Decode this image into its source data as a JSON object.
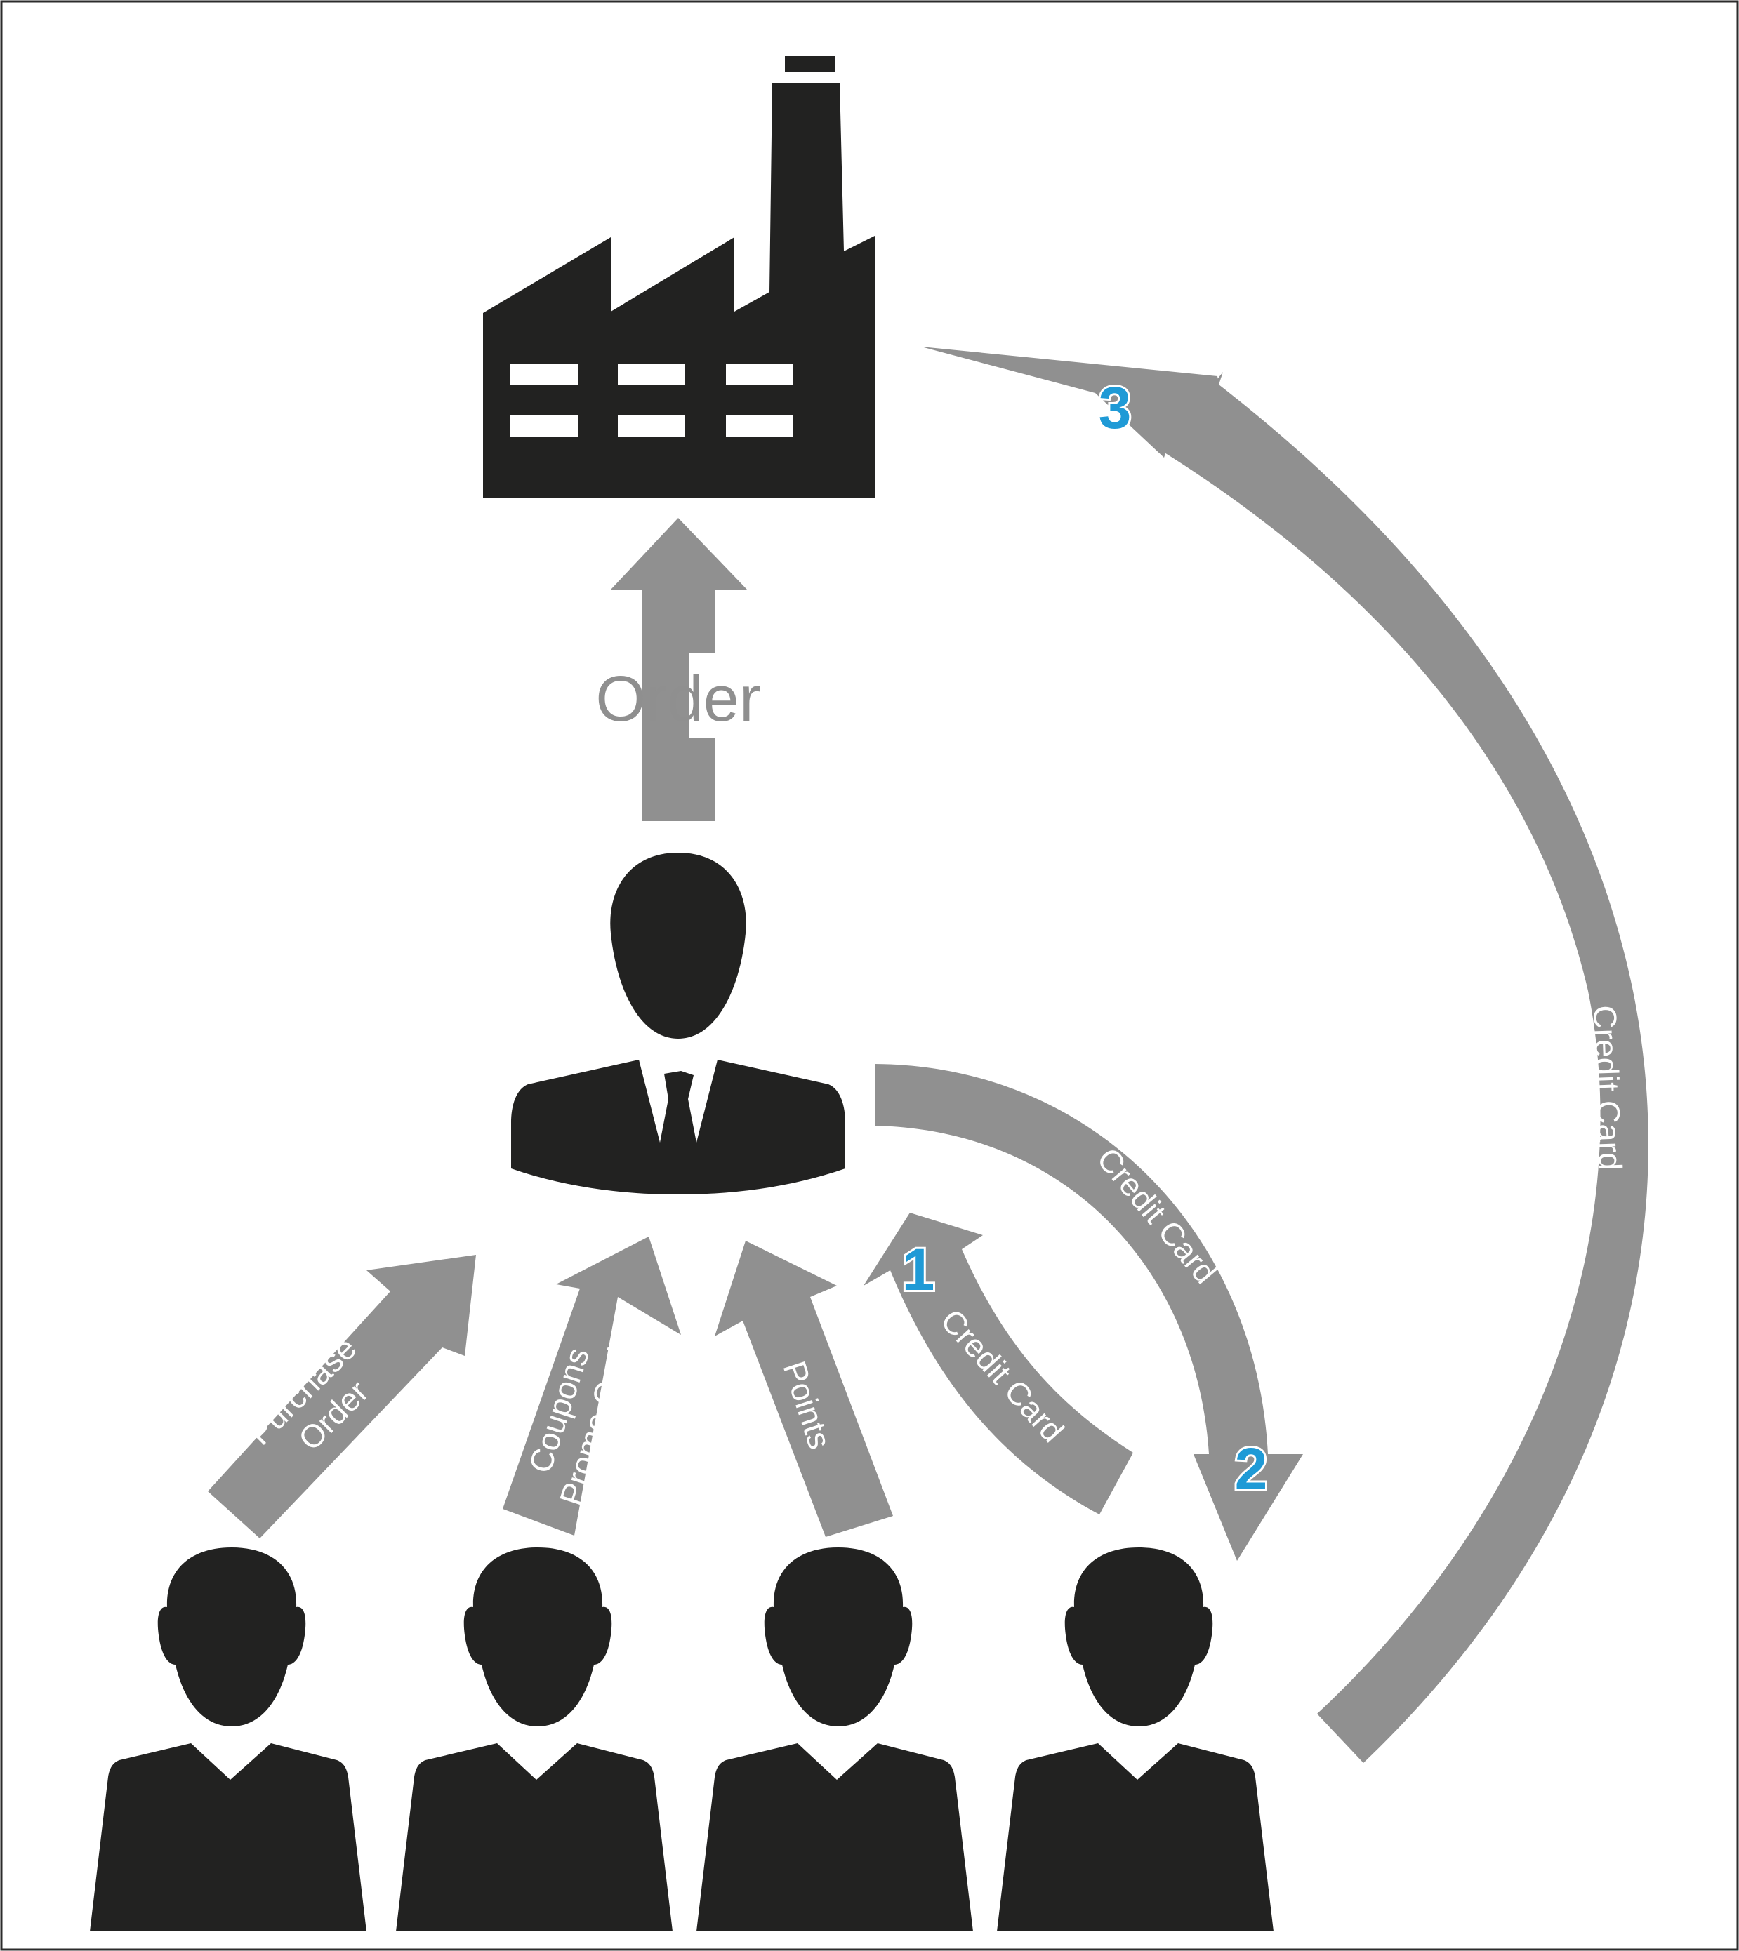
{
  "colors": {
    "icon": "#222221",
    "arrow": "#909090",
    "step_number": "#1f9ad6",
    "background": "#ffffff",
    "frame": "#2b2b2b"
  },
  "icons": {
    "factory": "factory-icon",
    "manager": "businessman-icon",
    "customers": [
      "person-icon",
      "person-icon",
      "person-icon",
      "person-icon"
    ]
  },
  "labels": {
    "order": "Order",
    "purchase_order": [
      "Purchase",
      "Order"
    ],
    "coupons_promo": [
      "Coupons",
      "Promo Code"
    ],
    "points": "Points",
    "credit_card_1": "Credit Card",
    "credit_card_2": "Credit Card",
    "credit_card_3": "Credit Card"
  },
  "steps": [
    "1",
    "2",
    "3"
  ]
}
